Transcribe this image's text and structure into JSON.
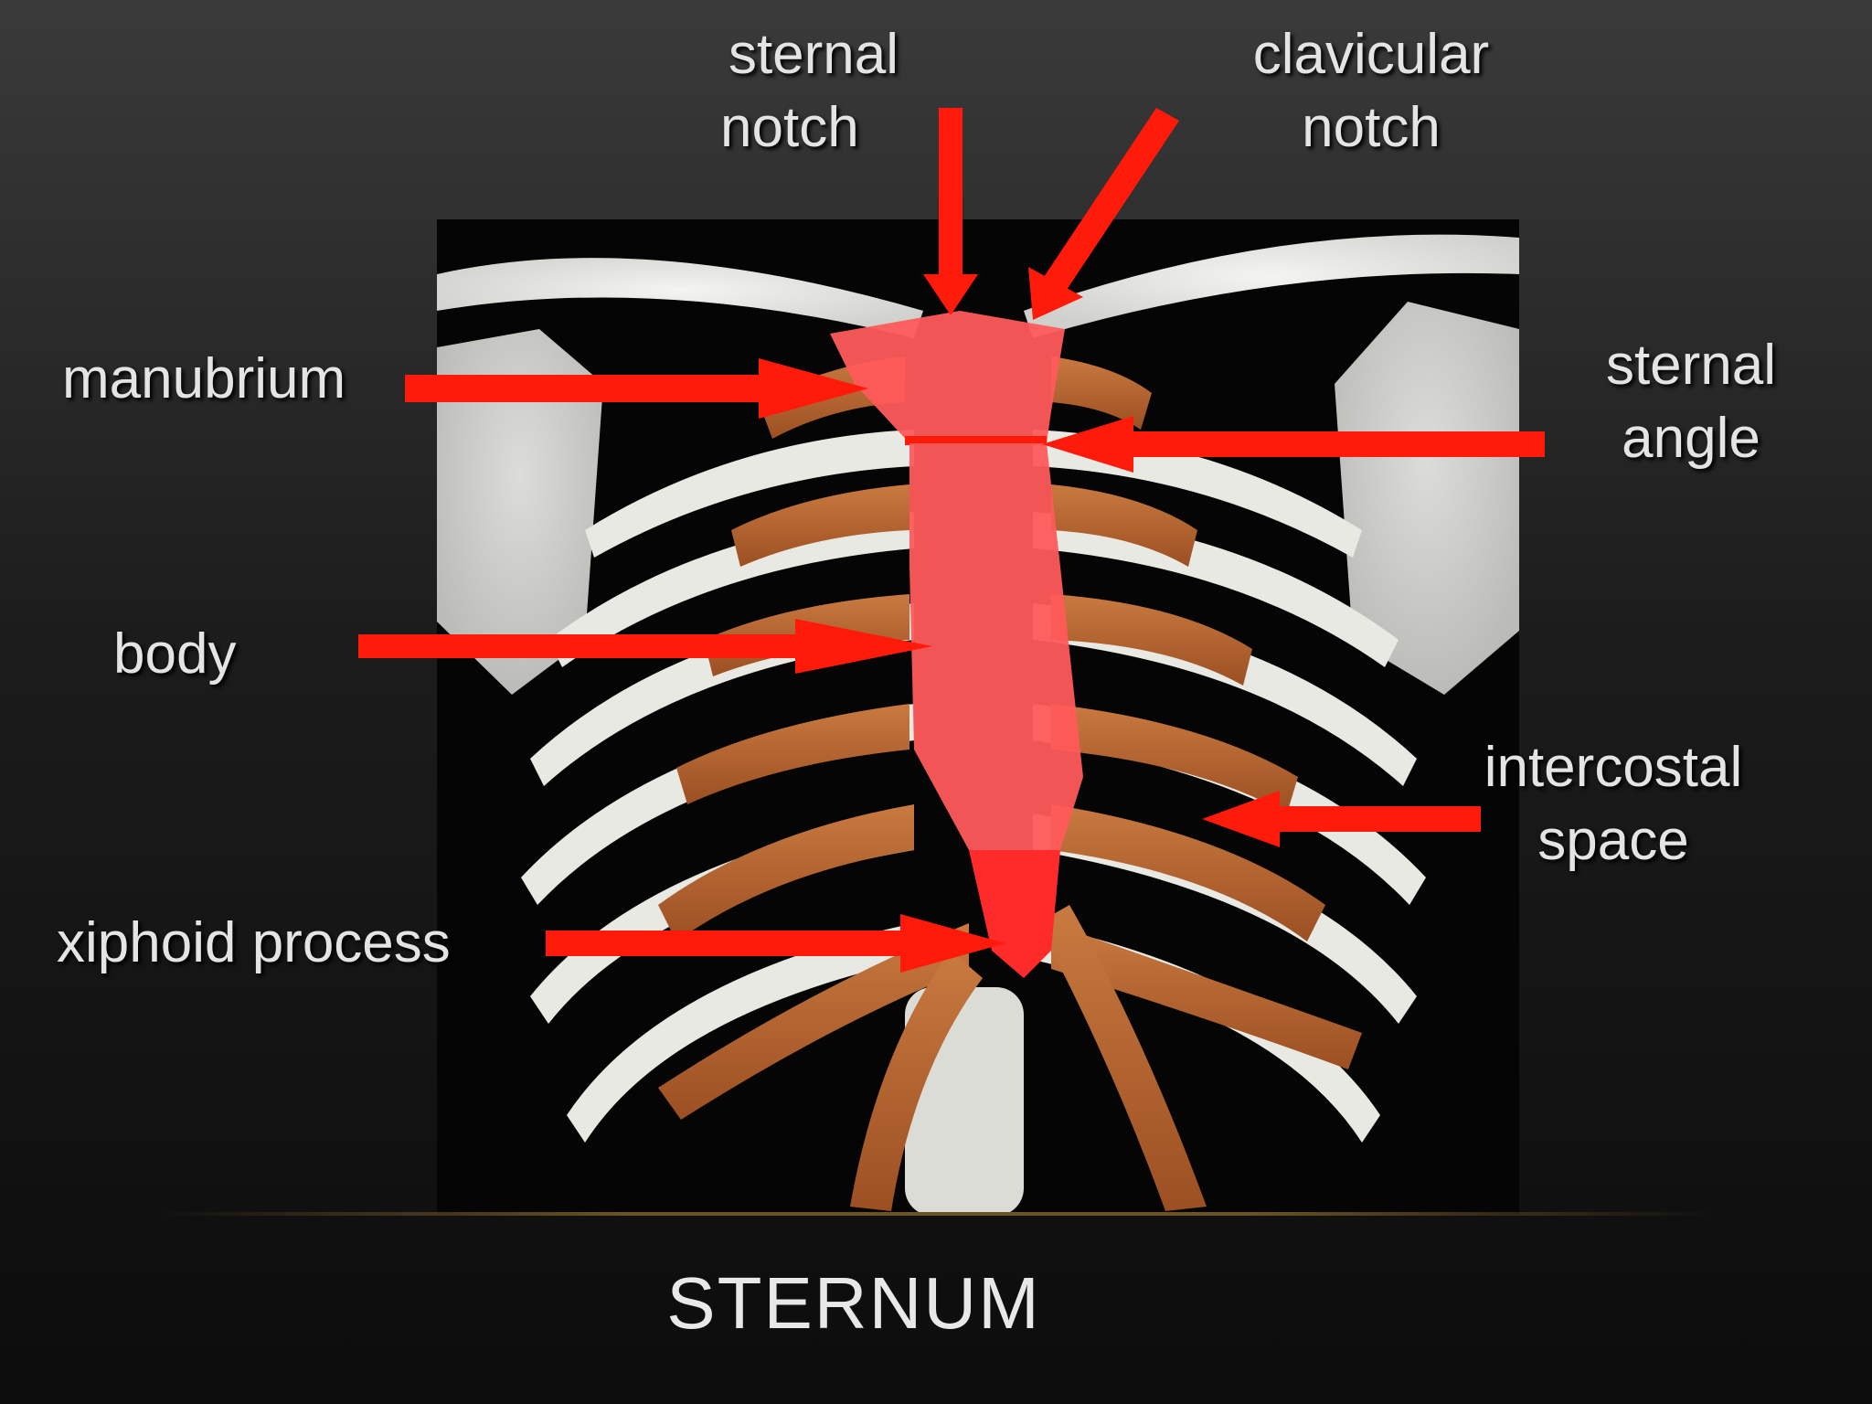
{
  "title": "STERNUM",
  "labels": {
    "sternal_notch": [
      "sternal",
      "notch"
    ],
    "clavicular_notch": [
      "clavicular",
      "notch"
    ],
    "manubrium": "manubrium",
    "sternal_angle": [
      "sternal",
      "angle"
    ],
    "body": "body",
    "intercostal_space": [
      "intercostal",
      "space"
    ],
    "xiphoid_process": "xiphoid process"
  },
  "colors": {
    "arrow": "#ff1a0a",
    "sternum_overlay": "#ff5a5a",
    "xiphoid_overlay": "#ff2a2a",
    "rib_cartilage": "#b5632e",
    "bone": "#eeeeea"
  }
}
